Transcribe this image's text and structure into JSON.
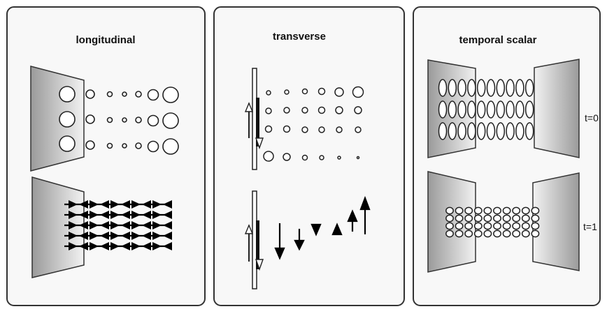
{
  "panels": [
    {
      "id": "longitudinal",
      "title": "longitudinal"
    },
    {
      "id": "transverse",
      "title": "transverse"
    },
    {
      "id": "temporal-scalar",
      "title": "temporal scalar",
      "time_labels": [
        "t=0",
        "t=1"
      ]
    }
  ],
  "colors": {
    "border": "#333333",
    "panel_bg": "#f8f8f8",
    "plate_dark": "#9a9a9a",
    "plate_light": "#f0f0f0",
    "ink": "#000000"
  }
}
